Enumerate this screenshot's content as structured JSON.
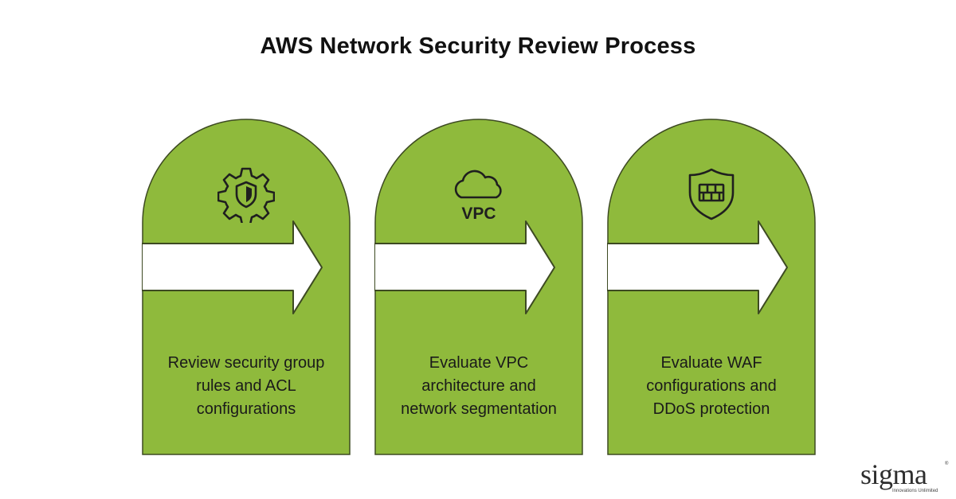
{
  "title": "AWS Network Security Review Process",
  "steps": [
    {
      "icon": "gear-shield-icon",
      "lines": [
        "Review security group",
        "rules and ACL",
        "configurations"
      ]
    },
    {
      "icon": "cloud-vpc-icon",
      "icon_text": "VPC",
      "lines": [
        "Evaluate VPC",
        "architecture and",
        "network segmentation"
      ]
    },
    {
      "icon": "shield-firewall-icon",
      "lines": [
        "Evaluate WAF",
        "configurations and",
        "DDoS protection"
      ]
    }
  ],
  "logo": {
    "word": "sigma",
    "tagline": "Innovations Unlimited",
    "registered": "®"
  },
  "colors": {
    "card_fill": "#8fba3c",
    "card_stroke": "#3d4a22",
    "arrow_fill": "#ffffff",
    "text": "#1a1a1a"
  }
}
